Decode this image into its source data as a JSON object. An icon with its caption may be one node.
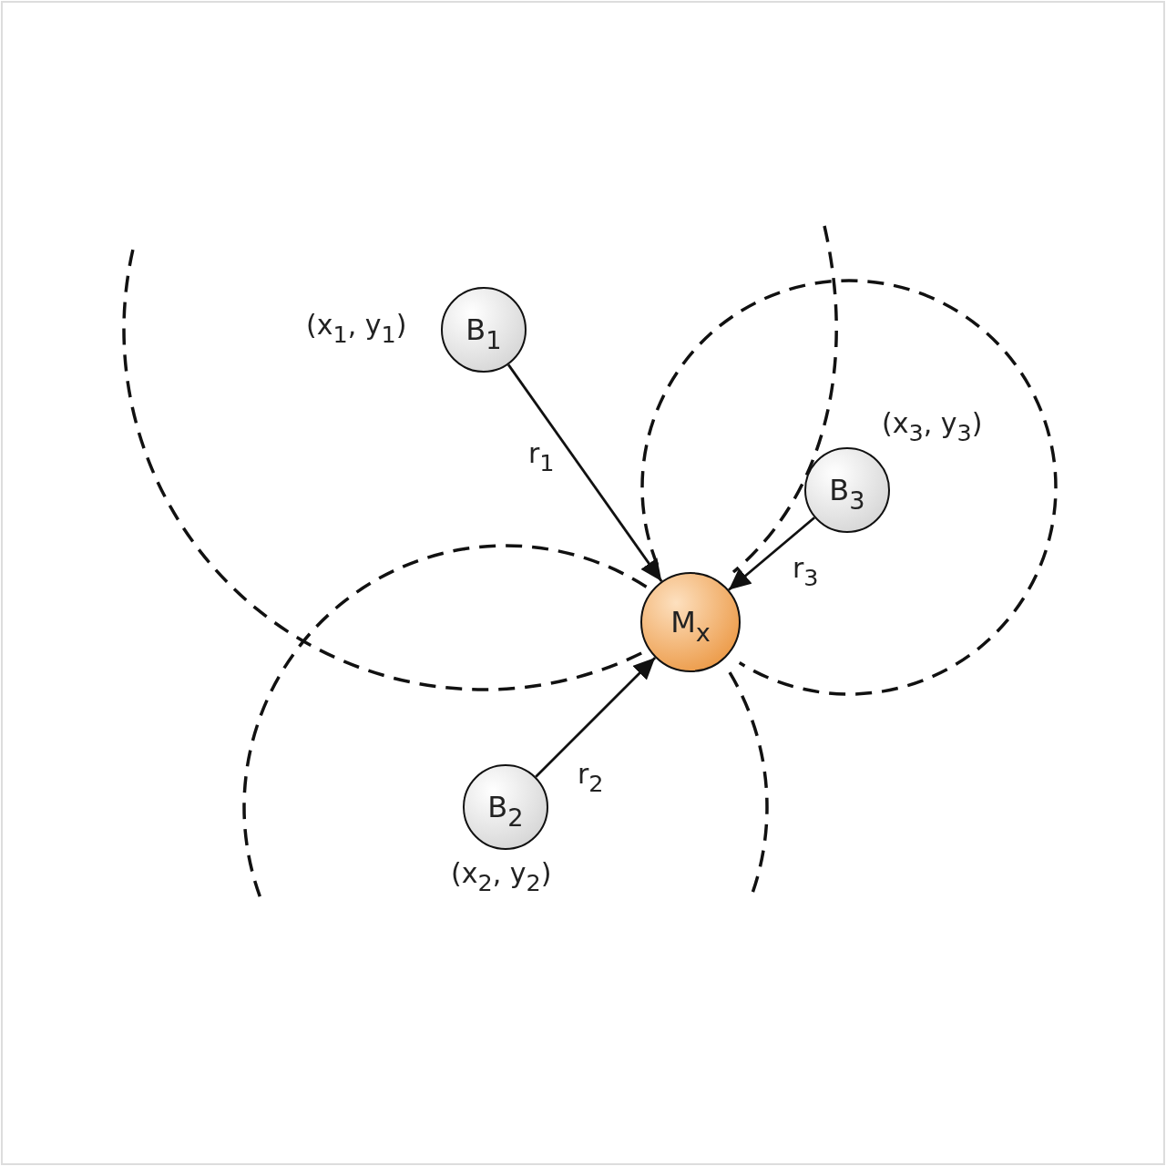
{
  "diagram": {
    "nodes": [
      {
        "text": [
          "B$_{1}$"
        ],
        "beside": [
          "(x$_{1}$, y$_{1}$)"
        ]
      },
      {
        "text": [
          "B$_{3}$"
        ],
        "beside": [
          "(x$_{3}$, y$_{3}$)"
        ]
      },
      {
        "text": [
          "M$_{x}$"
        ]
      },
      {
        "text": [
          "B$_{2}$"
        ],
        "beside": [
          "(x$_{2}$, y$_{2}$)"
        ]
      }
    ],
    "edges": [
      {
        "from": 0,
        "to": 2,
        "arrow": "to",
        "label": "r$_{1}$"
      },
      {
        "from": 1,
        "to": 2,
        "arrow": "to",
        "label": "r$_{3}$"
      },
      {
        "from": 3,
        "to": 2,
        "arrow": "to",
        "label": "r$_{2}$"
      }
    ]
  }
}
